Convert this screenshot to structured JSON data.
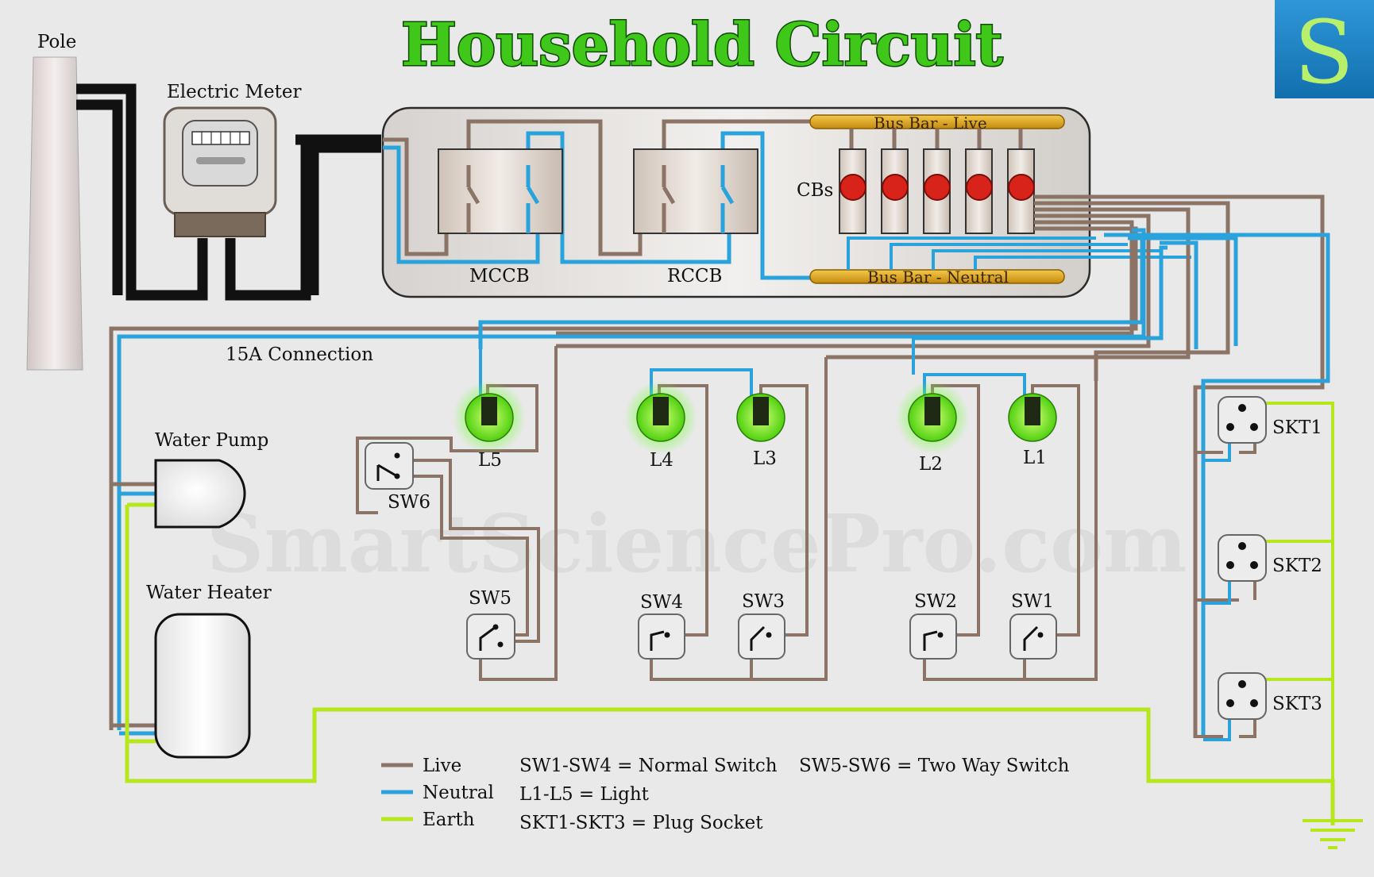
{
  "title": "Household Circuit",
  "logo_letter": "S",
  "watermark": "SmartSciencePro.com",
  "labels": {
    "pole": "Pole",
    "meter": "Electric Meter",
    "mccb": "MCCB",
    "rccb": "RCCB",
    "cbs": "CBs",
    "bus_live": "Bus Bar - Live",
    "bus_neutral": "Bus Bar - Neutral",
    "connection": "15A Connection",
    "water_pump": "Water Pump",
    "water_heater": "Water Heater"
  },
  "lights": [
    "L5",
    "L4",
    "L3",
    "L2",
    "L1"
  ],
  "switches": [
    "SW6",
    "SW5",
    "SW4",
    "SW3",
    "SW2",
    "SW1"
  ],
  "sockets": [
    "SKT1",
    "SKT2",
    "SKT3"
  ],
  "legend": {
    "live": "Live",
    "neutral": "Neutral",
    "earth": "Earth",
    "normal_switch": "SW1-SW4 = Normal Switch",
    "two_way_switch": "SW5-SW6 = Two Way Switch",
    "light": "L1-L5 = Light",
    "plug_socket": "SKT1-SKT3 = Plug Socket"
  },
  "colors": {
    "live": "#8b7466",
    "neutral": "#2aa3dc",
    "earth": "#b6e61c",
    "logo_bg": "#1a7fc4",
    "title_fill": "#3fc81a",
    "light_glow": "#66ff33"
  }
}
